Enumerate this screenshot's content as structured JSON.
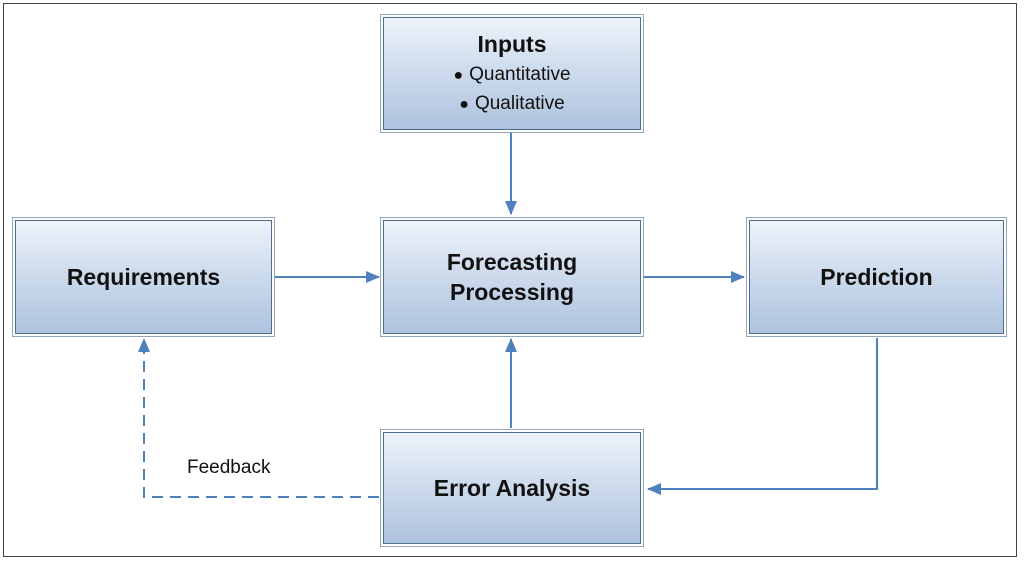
{
  "diagram": {
    "nodes": {
      "inputs": {
        "title": "Inputs",
        "items": [
          "Quantitative",
          "Qualitative"
        ]
      },
      "requirements": {
        "title": "Requirements"
      },
      "forecasting": {
        "title_line1": "Forecasting",
        "title_line2": "Processing"
      },
      "prediction": {
        "title": "Prediction"
      },
      "error_analysis": {
        "title": "Error Analysis"
      }
    },
    "edges": [
      {
        "from": "inputs",
        "to": "forecasting",
        "style": "solid"
      },
      {
        "from": "requirements",
        "to": "forecasting",
        "style": "solid"
      },
      {
        "from": "forecasting",
        "to": "prediction",
        "style": "solid"
      },
      {
        "from": "prediction",
        "to": "error_analysis",
        "style": "solid"
      },
      {
        "from": "error_analysis",
        "to": "forecasting",
        "style": "solid"
      },
      {
        "from": "error_analysis",
        "to": "requirements",
        "style": "dashed",
        "label": "Feedback"
      }
    ],
    "colors": {
      "arrow": "#4f81bd",
      "box_border": "#4f6f8f",
      "box_fill_top": "#eef3fa",
      "box_fill_bottom": "#aec3de"
    }
  }
}
